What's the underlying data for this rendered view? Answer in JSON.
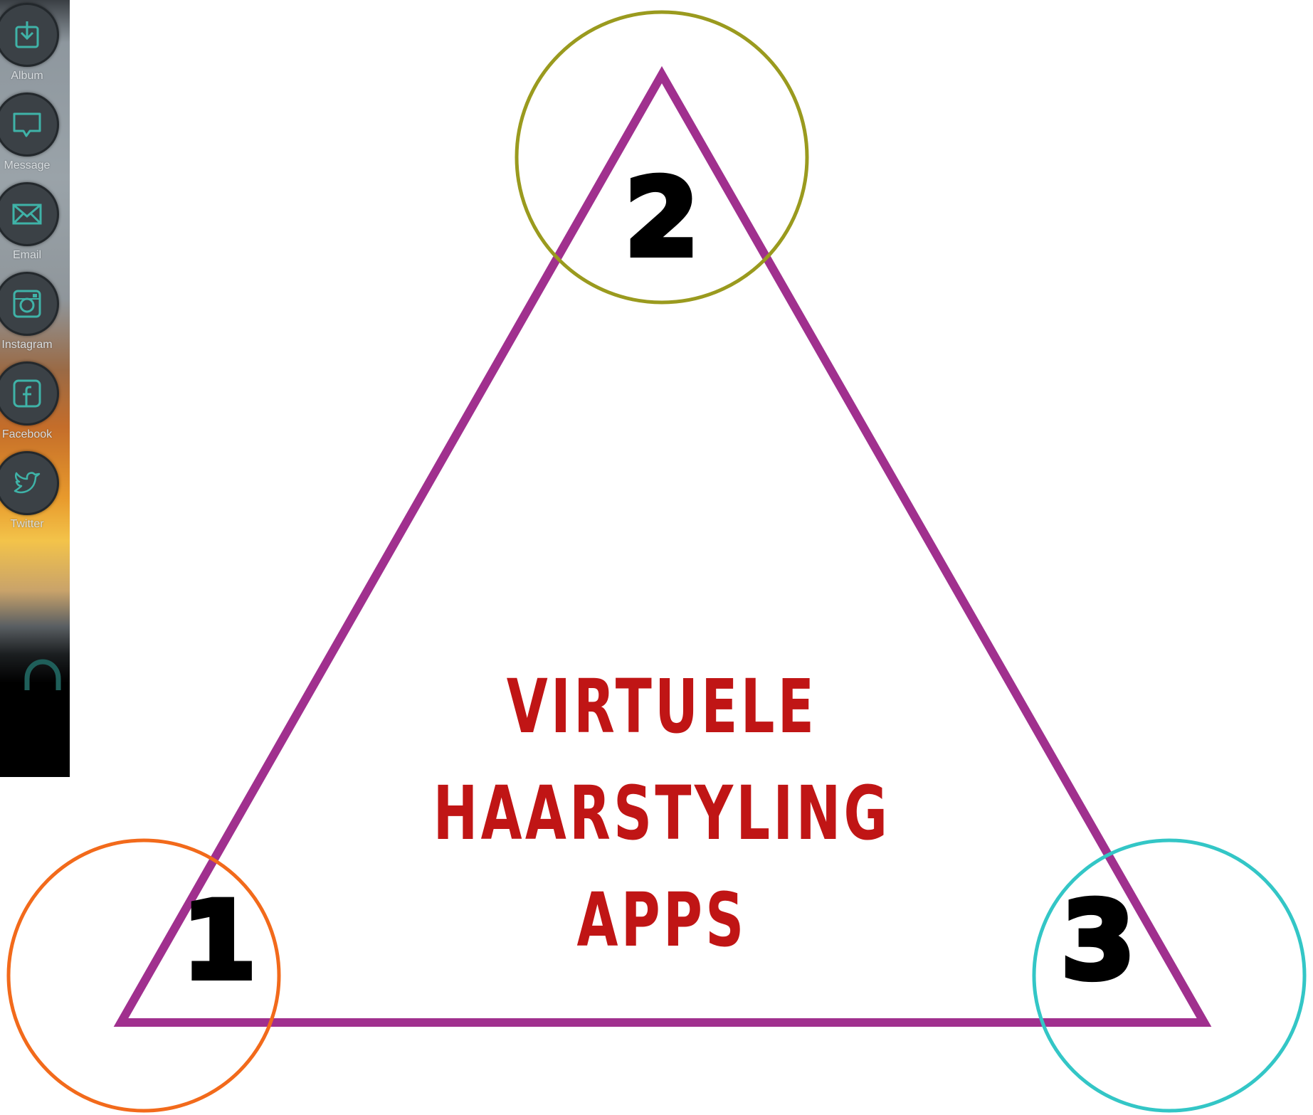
{
  "sidebar": {
    "items": [
      {
        "label": "Album",
        "icon": "album-download-icon"
      },
      {
        "label": "Message",
        "icon": "message-bubble-icon"
      },
      {
        "label": "Email",
        "icon": "envelope-icon"
      },
      {
        "label": "Instagram",
        "icon": "instagram-icon"
      },
      {
        "label": "Facebook",
        "icon": "facebook-icon"
      },
      {
        "label": "Twitter",
        "icon": "twitter-bird-icon"
      }
    ],
    "home_icon": "home-icon",
    "icon_color": "#3fb3a8"
  },
  "diagram": {
    "title_line1": "VIRTUELE",
    "title_line2": "HAARSTYLING APPS",
    "vertices": [
      {
        "number": "1",
        "circle_color": "#f26a1b"
      },
      {
        "number": "2",
        "circle_color": "#9a9a1e"
      },
      {
        "number": "3",
        "circle_color": "#33c6c6"
      }
    ],
    "triangle_color": "#a0308e",
    "title_color": "#c01515"
  }
}
